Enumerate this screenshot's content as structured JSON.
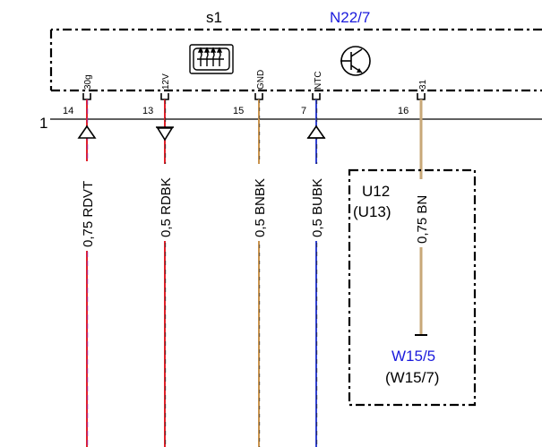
{
  "component": {
    "ref": "s1",
    "name": "N22/7"
  },
  "connector": {
    "number": "1"
  },
  "pins": [
    {
      "name": "30g",
      "number": "14"
    },
    {
      "name": "12V",
      "number": "13"
    },
    {
      "name": "GND",
      "number": "15"
    },
    {
      "name": "NTC",
      "number": "7"
    },
    {
      "name": "31",
      "number": "16"
    }
  ],
  "wires": [
    {
      "label": "0,75 RDVT",
      "color_main": "#e0202a",
      "color_trace": "#9a2ab0"
    },
    {
      "label": "0,5 RDBK",
      "color_main": "#e0202a",
      "color_trace": "#222222"
    },
    {
      "label": "0,5 BNBK",
      "color_main": "#c9934d",
      "color_trace": "#333333"
    },
    {
      "label": "0,5 BUBK",
      "color_main": "#3040d0",
      "color_trace": "#222222"
    },
    {
      "label": "0,75 BN",
      "color_main": "#c8a878",
      "color_trace": "#c8a878"
    }
  ],
  "optional_module": {
    "name": "U12",
    "alt": "(U13)"
  },
  "ground": {
    "name": "W15/5",
    "alt": "(W15/7)"
  },
  "icons": [
    "rear-window-heater-icon",
    "transistor-icon",
    "arrow-up-icon",
    "arrow-down-icon"
  ]
}
